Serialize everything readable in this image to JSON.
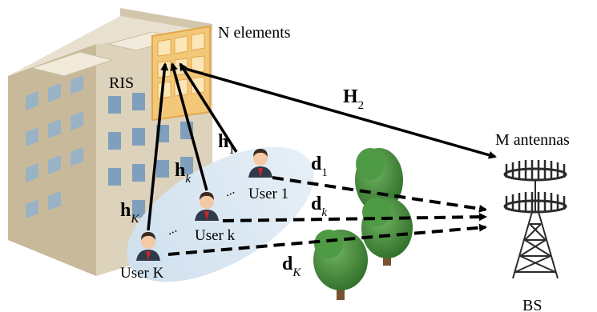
{
  "labels": {
    "n_elements": "N elements",
    "ris": "RIS",
    "h2": "H",
    "h2_sub": "2",
    "m_antennas": "M antennas",
    "bs": "BS",
    "h1": "h",
    "h1_sub": "1",
    "hk": "h",
    "hk_sub": "k",
    "hK": "h",
    "hK_sub": "K",
    "d1": "d",
    "d1_sub": "1",
    "dk": "d",
    "dk_sub": "k",
    "dK": "d",
    "dK_sub": "K",
    "user1": "User 1",
    "userk": "User k",
    "userK": "User K",
    "dots_top": "∙∙∙",
    "dots_bottom": "∙∙∙"
  },
  "colors": {
    "building_front": "#d9cdb4",
    "building_side": "#c5b596",
    "building_roof": "#e6dcc7",
    "window": "#8aa9c4",
    "ris_panel": "#f2c97a",
    "ris_frame": "#e0a850",
    "user_ellipse": "#dbe7f1",
    "tree_leaf": "#3f8a3a",
    "tree_dark": "#2e6b2a",
    "trunk": "#7a5230",
    "tower": "#333333"
  }
}
